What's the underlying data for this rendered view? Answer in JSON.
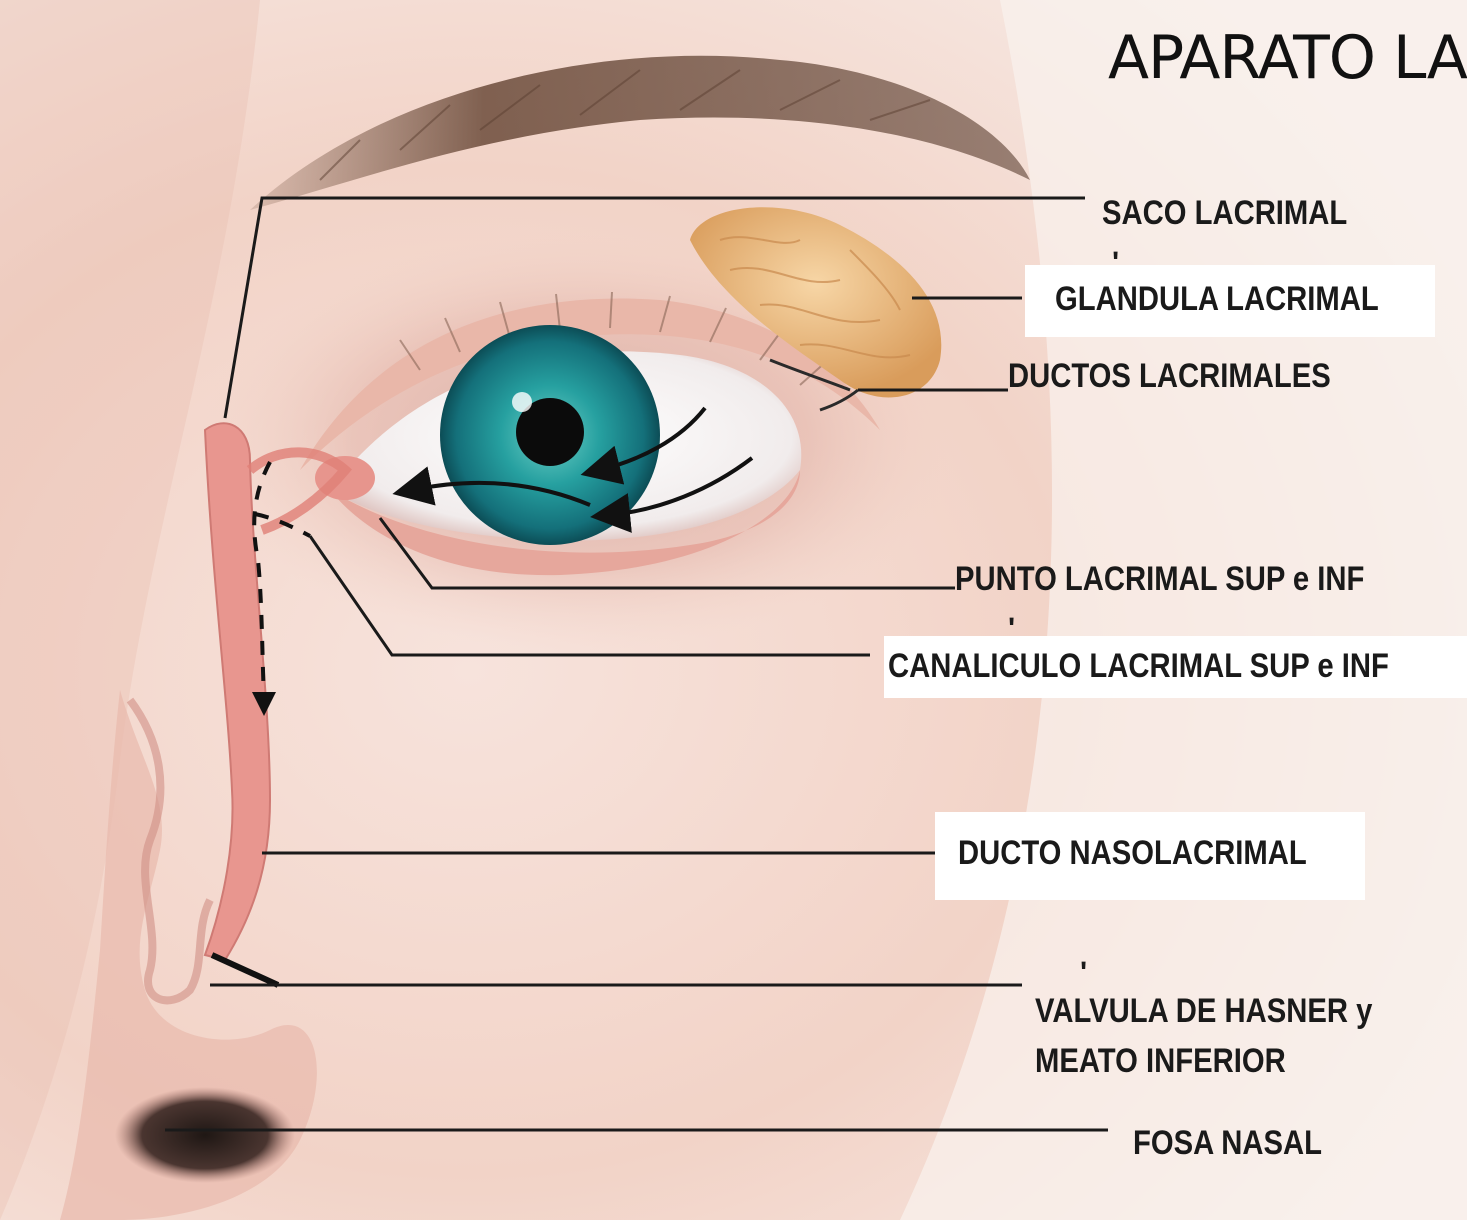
{
  "title": "APARATO LA",
  "labels": {
    "saco_lacrimal": "SACO LACRIMAL",
    "glandula_lacrimal": "GLANDULA LACRIMAL",
    "ductos_lacrimales": "DUCTOS LACRIMALES",
    "punto_lacrimal": "PUNTO LACRIMAL SUP e INF",
    "canaliculo_lacrimal": "CANALICULO LACRIMAL SUP e INF",
    "ducto_nasolacrimal": "DUCTO NASOLACRIMAL",
    "valvula_line1": "VALVULA DE HASNER y",
    "valvula_line2": "MEATO INFERIOR",
    "fosa_nasal": "FOSA NASAL"
  },
  "colors": {
    "skin": "#f3d6cc",
    "skin_shadow": "#d9a79a",
    "iris": "#1e8a8c",
    "gland": "#e8b77a",
    "duct": "#e79a93",
    "leader_line": "#1a1a1a"
  }
}
